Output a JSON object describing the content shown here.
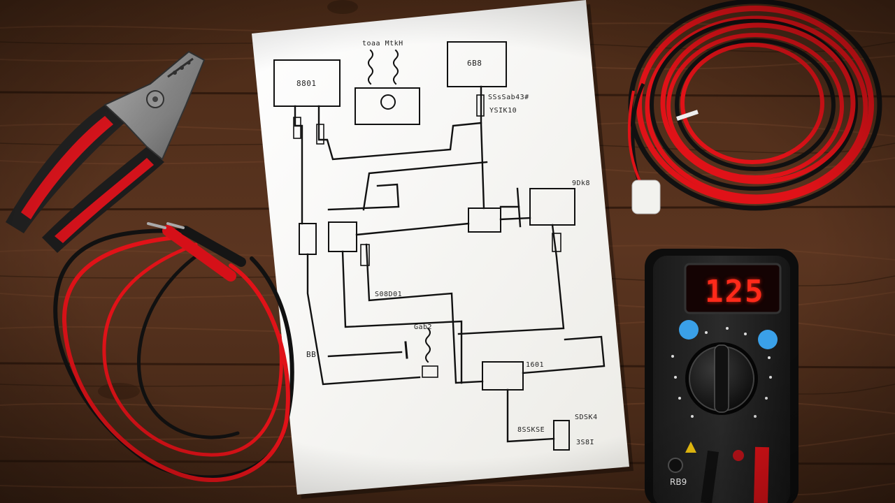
{
  "scene": {
    "description_items": [
      "wood-table",
      "wiring-diagram-paper",
      "wire-stripper-pliers",
      "red-black-test-leads",
      "red-black-wire-coil",
      "digital-multimeter"
    ]
  },
  "diagram": {
    "labels": {
      "top_center": "toaa MtkH",
      "box_top_left": "8801",
      "box_top_right": "6B8",
      "right_label_1": "SSsSab43#",
      "right_label_2": "YSIK10",
      "mid_right": "9Dk8",
      "left_mid": "S08D01",
      "bottom_left": "BB",
      "bottom_mid": "Gab2",
      "bottom_right_box": "1601",
      "bottom_small_1": "8SSKSE",
      "bottom_small_2": "SDSK4",
      "bottom_small_3": "3S8I"
    }
  },
  "multimeter": {
    "readout": "125",
    "brand": "RB9",
    "display_color": "#ff2a1a"
  },
  "colors": {
    "wood_dark": "#3b2112",
    "wood_mid": "#5a3420",
    "wire_red": "#e01218",
    "wire_black": "#111111",
    "paper": "#fbfbf9"
  }
}
